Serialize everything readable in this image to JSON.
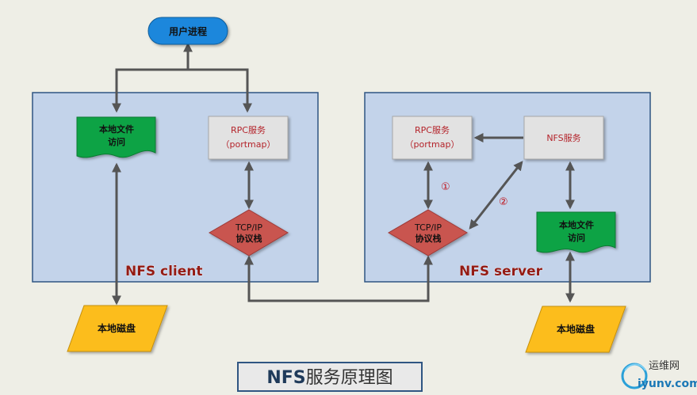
{
  "user_process": "用户进程",
  "client": {
    "title": "NFS client",
    "local_file_access": [
      "本地文件",
      "访问"
    ],
    "rpc": [
      "RPC服务",
      "（portmap）"
    ],
    "tcpip": [
      "TCP/IP",
      "协议栈"
    ],
    "disk": "本地磁盘"
  },
  "server": {
    "title": "NFS server",
    "rpc": [
      "RPC服务",
      "（portmap）"
    ],
    "nfs_service": "NFS服务",
    "tcpip": [
      "TCP/IP",
      "协议栈"
    ],
    "local_file_access": [
      "本地文件",
      "访问"
    ],
    "disk": "本地磁盘",
    "step1": "①",
    "step2": "②"
  },
  "caption": {
    "prefix": "NFS",
    "suffix": "服务原理图"
  },
  "watermark": {
    "text1": "运维网",
    "text2": "iyunv.com"
  },
  "colors": {
    "panel_fill": "#c3d3ea",
    "panel_stroke": "#2f5582",
    "pill": "#1a87dc",
    "doc_green": "#0fa345",
    "rpc_box": "#e2e2e2",
    "diamond": "#c95450",
    "disk": "#fcbd1d",
    "arrow": "#555555",
    "title_red": "#931b15",
    "rpc_text": "#b4232a"
  }
}
